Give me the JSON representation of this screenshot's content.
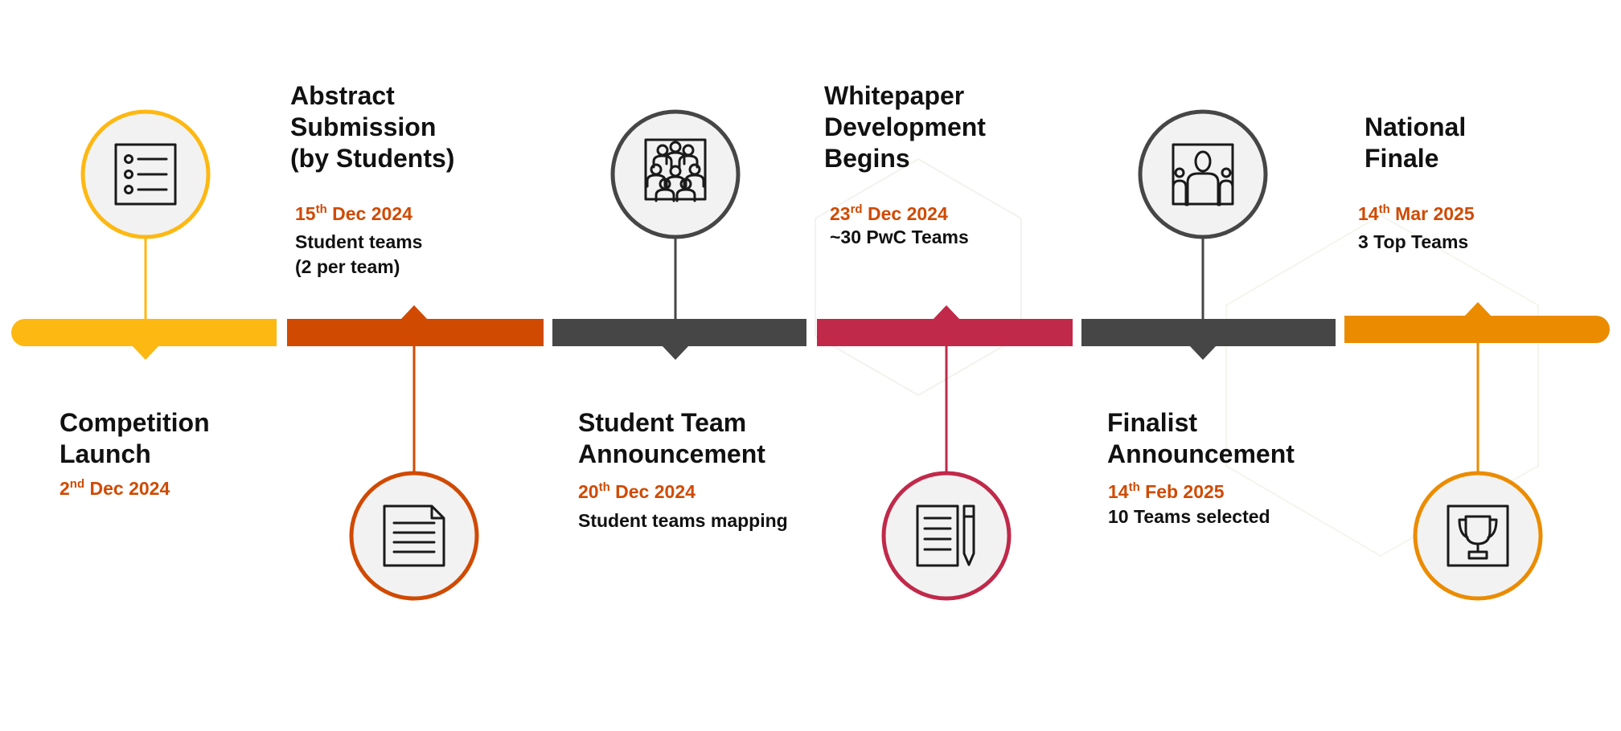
{
  "colors": {
    "yellow": "#FDB812",
    "orange": "#D04A02",
    "dark": "#464646",
    "rose": "#C0294A",
    "amber": "#EB8C00",
    "date_text": "#D04A02"
  },
  "milestones": [
    {
      "title": "Competition\nLaunch",
      "date_day": "2",
      "date_suffix": "nd",
      "date_rest": " Dec 2024",
      "description": "",
      "color": "#FDB812",
      "icon": "checklist-icon",
      "icon_side": "top"
    },
    {
      "title": "Abstract\nSubmission\n(by Students)",
      "date_day": "15",
      "date_suffix": "th",
      "date_rest": " Dec 2024",
      "description": "Student teams\n(2 per team)",
      "color": "#D04A02",
      "icon": "document-icon",
      "icon_side": "bottom"
    },
    {
      "title": "Student Team\nAnnouncement",
      "date_day": "20",
      "date_suffix": "th",
      "date_rest": " Dec 2024",
      "description": "Student teams mapping",
      "color": "#464646",
      "icon": "team-group-icon",
      "icon_side": "top"
    },
    {
      "title": "Whitepaper\nDevelopment\nBegins",
      "date_day": "23",
      "date_suffix": "rd",
      "date_rest": " Dec 2024",
      "description": "~30 PwC Teams",
      "color": "#C0294A",
      "icon": "paper-and-pen-icon",
      "icon_side": "bottom"
    },
    {
      "title": "Finalist\nAnnouncement",
      "date_day": "14",
      "date_suffix": "th",
      "date_rest": " Feb 2025",
      "description": "10 Teams selected",
      "color": "#464646",
      "icon": "finalists-presentation-icon",
      "icon_side": "top"
    },
    {
      "title": "National\nFinale",
      "date_day": "14",
      "date_suffix": "th",
      "date_rest": " Mar 2025",
      "description": "3 Top Teams",
      "color": "#EB8C00",
      "icon": "trophy-icon",
      "icon_side": "bottom"
    }
  ]
}
